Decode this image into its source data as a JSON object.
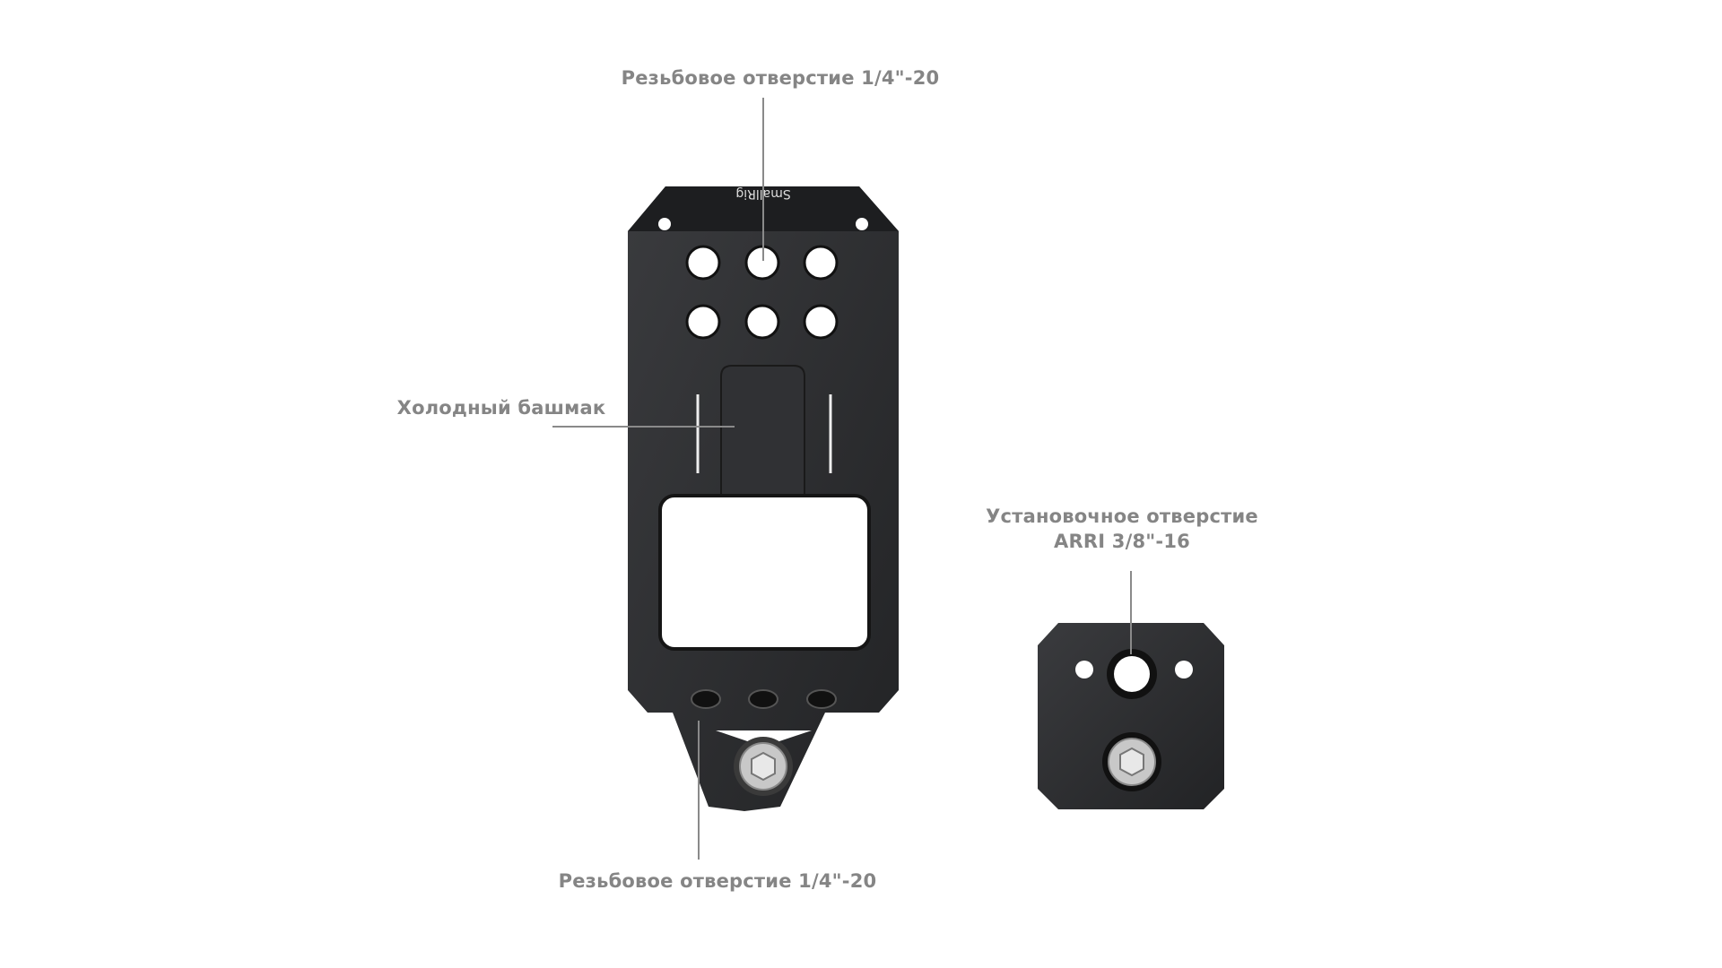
{
  "labels": {
    "top_thread": "Резьбовое отверстие 1/4\"-20",
    "cold_shoe": "Холодный башмак",
    "bottom_thread": "Резьбовое отверстие 1/4\"-20",
    "arri_line1": "Установочное отверстие",
    "arri_line2": "ARRI 3/8\"-16"
  },
  "brand": "SmallRig",
  "colors": {
    "label": "#858585",
    "metal": "#2b2c2e",
    "leader": "#8a8a8a"
  }
}
